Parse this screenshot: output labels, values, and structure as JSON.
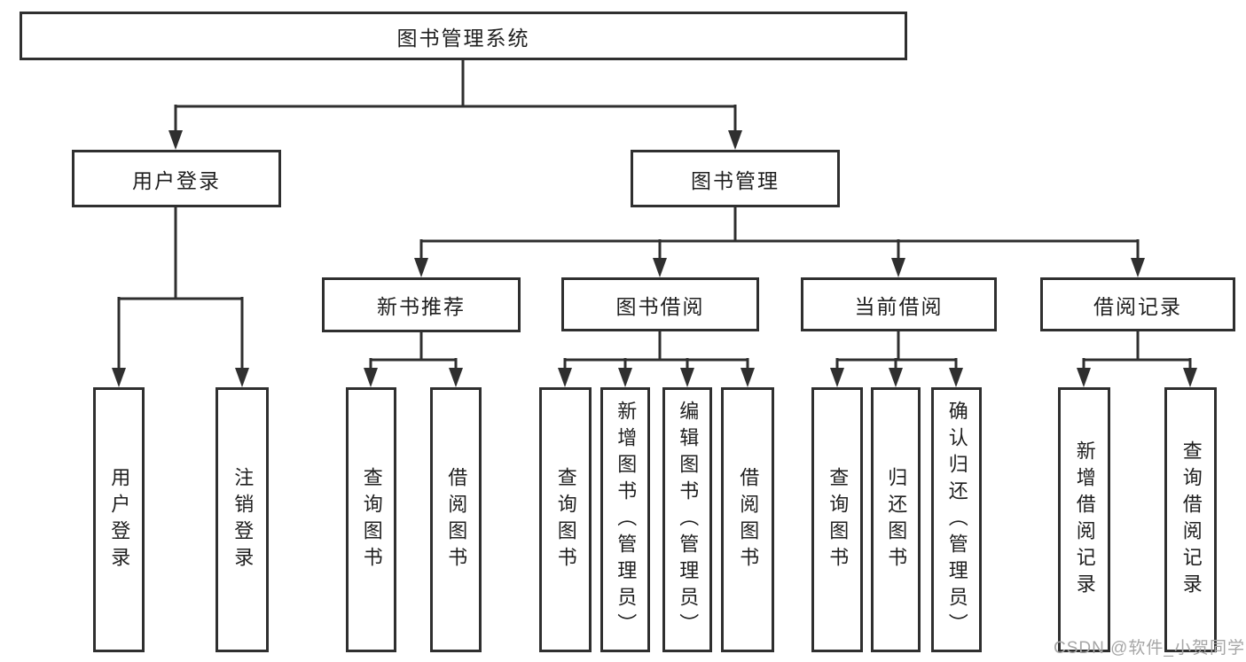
{
  "diagram": {
    "root": {
      "label": "图书管理系统"
    },
    "children": [
      {
        "label": "用户登录",
        "children": [
          {
            "label": "用户登录"
          },
          {
            "label": "注销登录"
          }
        ]
      },
      {
        "label": "图书管理",
        "children": [
          {
            "label": "新书推荐",
            "children": [
              {
                "label": "查询图书"
              },
              {
                "label": "借阅图书"
              }
            ]
          },
          {
            "label": "图书借阅",
            "children": [
              {
                "label": "查询图书"
              },
              {
                "label": "新增图书（管理员）"
              },
              {
                "label": "编辑图书（管理员）"
              },
              {
                "label": "借阅图书"
              }
            ]
          },
          {
            "label": "当前借阅",
            "children": [
              {
                "label": "查询图书"
              },
              {
                "label": "归还图书"
              },
              {
                "label": "确认归还（管理员）"
              }
            ]
          },
          {
            "label": "借阅记录",
            "children": [
              {
                "label": "新增借阅记录"
              },
              {
                "label": "查询借阅记录"
              }
            ]
          }
        ]
      }
    ]
  },
  "watermark": {
    "text": "CSDN @软件_小贺同学"
  },
  "colors": {
    "line": "#2f2f2f",
    "text": "#1f1f1f",
    "background": "#ffffff",
    "watermark": "#a6a6a6"
  }
}
